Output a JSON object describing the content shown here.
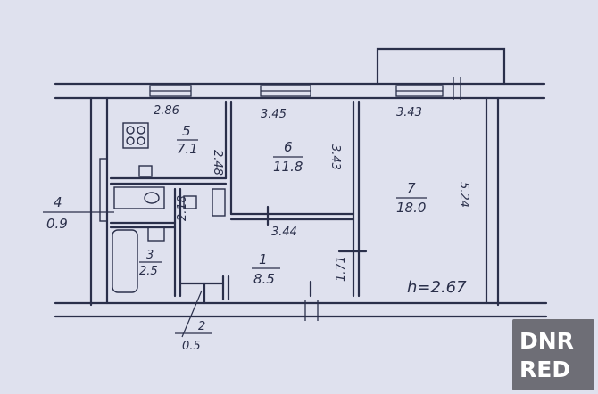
{
  "colors": {
    "paper": "#dfe1ee",
    "ink": "#2a2f4a",
    "watermark_bg": "#6e6e76",
    "watermark_fg": "#ffffff"
  },
  "dimensions": {
    "kitchen_width": "2.86",
    "room6_width": "3.45",
    "room7_width": "3.43",
    "kitchen_depth": "2.48",
    "room6_depth": "3.43",
    "room7_depth": "5.24",
    "hall_wall": "3.44",
    "hall_depth": "2.18",
    "hall_side": "1.71",
    "ceiling_height": "h=2.67"
  },
  "rooms": {
    "kitchen": {
      "number": "5",
      "area": "7.1"
    },
    "room6": {
      "number": "6",
      "area": "11.8"
    },
    "room7": {
      "number": "7",
      "area": "18.0"
    },
    "hall": {
      "number": "1",
      "area": "8.5"
    },
    "bathroom": {
      "number": "3",
      "area": "2.5"
    },
    "toilet": {
      "number": "4",
      "area": "0.9"
    },
    "closet": {
      "number": "2",
      "area": "0.5"
    }
  },
  "watermark": {
    "line1": "DNR",
    "line2": "RED"
  }
}
